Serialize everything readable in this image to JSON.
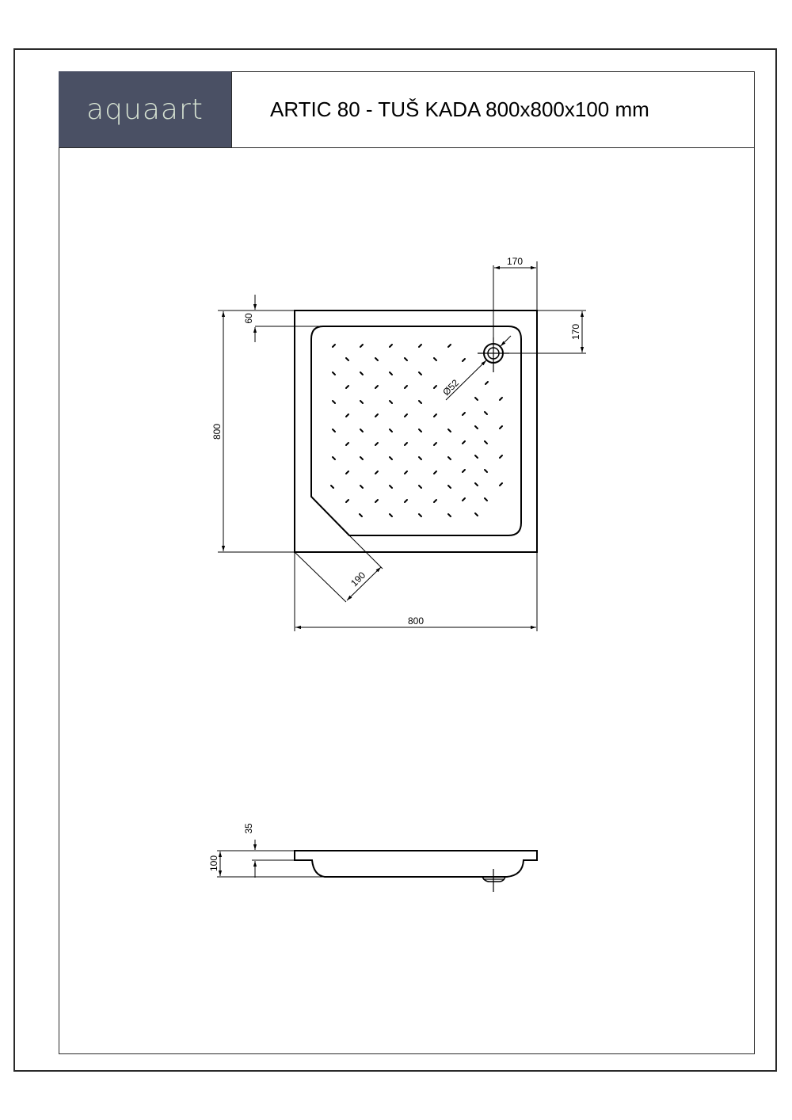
{
  "header": {
    "logo": "aquaart",
    "title": "ARTIC 80 - TUŠ KADA 800x800x100 mm"
  },
  "colors": {
    "logo_bg": "#4a5064",
    "logo_text": "#d6e2d2",
    "line": "#000000"
  },
  "top_view": {
    "dim_width": "800",
    "dim_height": "800",
    "dim_drain_x": "170",
    "dim_drain_y": "170",
    "dim_rim": "60",
    "dim_corner": "190",
    "dim_drain_diameter": "Ø52"
  },
  "side_view": {
    "dim_total_height": "100",
    "dim_rim_height": "35"
  }
}
